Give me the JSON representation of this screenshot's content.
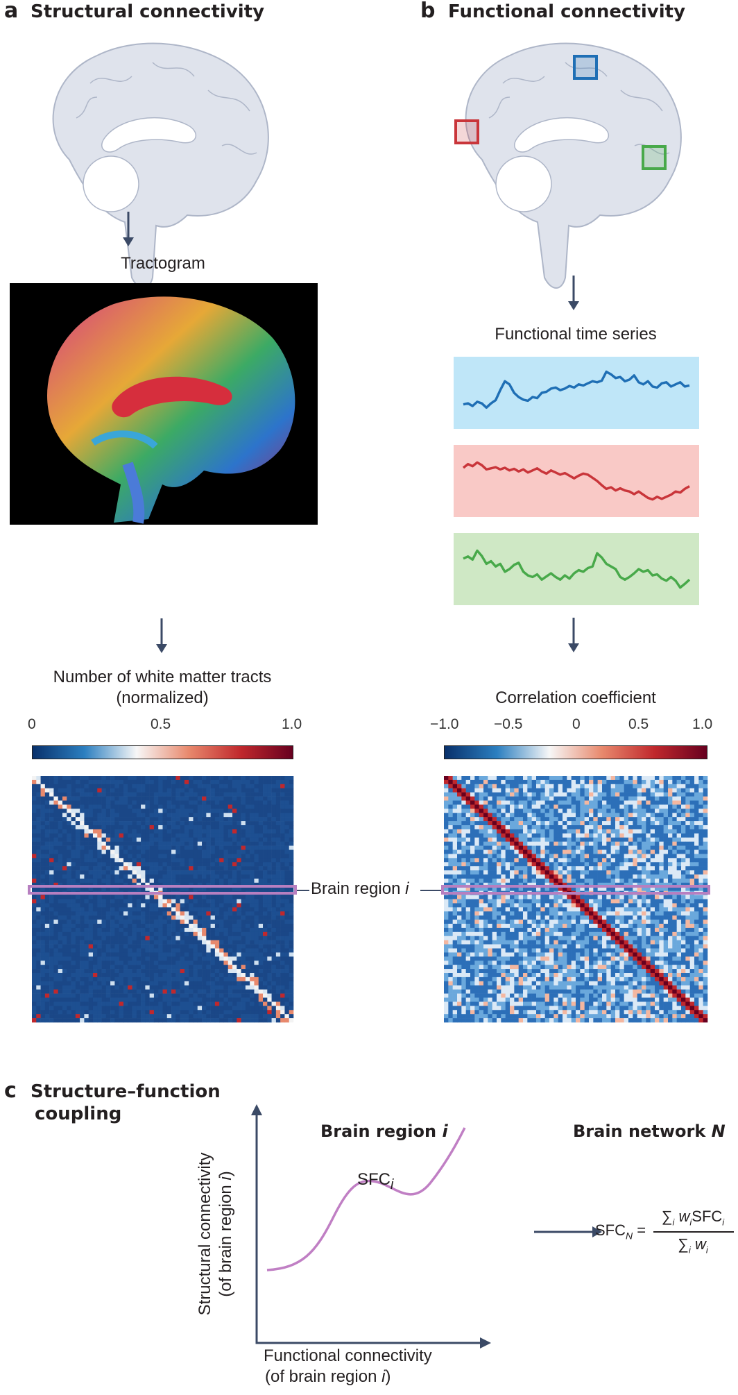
{
  "panel_a": {
    "letter": "a",
    "title": "Structural connectivity",
    "tractogram_label": "Tractogram",
    "colorbar_title_line1": "Number of white matter tracts",
    "colorbar_title_line2": "(normalized)",
    "colorbar_ticks": [
      "0",
      "0.5",
      "1.0"
    ],
    "colorbar_colors": [
      "#08306b",
      "#2c7fc0",
      "#f7f7f7",
      "#e8896d",
      "#c0282d",
      "#67001f"
    ]
  },
  "panel_b": {
    "letter": "b",
    "title": "Functional connectivity",
    "timeseries_label": "Functional time series",
    "colorbar_title": "Correlation coefficient",
    "colorbar_ticks": [
      "−1.0",
      "−0.5",
      "0",
      "0.5",
      "1.0"
    ],
    "roi_colors": [
      "#1f6fb5",
      "#c9353a",
      "#48a94a"
    ],
    "series": [
      {
        "color": "#1f6fb5",
        "bg": "#bfe6f8",
        "values": [
          0.28,
          0.3,
          0.25,
          0.33,
          0.3,
          0.22,
          0.3,
          0.36,
          0.55,
          0.72,
          0.66,
          0.5,
          0.42,
          0.37,
          0.35,
          0.42,
          0.4,
          0.5,
          0.52,
          0.58,
          0.6,
          0.55,
          0.58,
          0.63,
          0.6,
          0.66,
          0.64,
          0.68,
          0.72,
          0.7,
          0.73,
          0.9,
          0.85,
          0.78,
          0.8,
          0.72,
          0.75,
          0.83,
          0.7,
          0.66,
          0.72,
          0.62,
          0.6,
          0.68,
          0.7,
          0.62,
          0.66,
          0.7,
          0.62,
          0.64
        ]
      },
      {
        "color": "#c9353a",
        "bg": "#f9c9c6",
        "values": [
          0.75,
          0.82,
          0.78,
          0.85,
          0.8,
          0.72,
          0.74,
          0.76,
          0.72,
          0.75,
          0.7,
          0.73,
          0.68,
          0.72,
          0.66,
          0.7,
          0.74,
          0.68,
          0.64,
          0.7,
          0.66,
          0.62,
          0.65,
          0.6,
          0.55,
          0.6,
          0.64,
          0.62,
          0.56,
          0.5,
          0.42,
          0.35,
          0.38,
          0.32,
          0.36,
          0.32,
          0.3,
          0.25,
          0.3,
          0.24,
          0.18,
          0.15,
          0.2,
          0.16,
          0.2,
          0.24,
          0.3,
          0.28,
          0.35,
          0.4
        ]
      },
      {
        "color": "#48a94a",
        "bg": "#cfe8c5",
        "values": [
          0.7,
          0.74,
          0.68,
          0.85,
          0.75,
          0.6,
          0.65,
          0.55,
          0.6,
          0.45,
          0.5,
          0.58,
          0.62,
          0.45,
          0.38,
          0.35,
          0.4,
          0.3,
          0.36,
          0.42,
          0.35,
          0.3,
          0.38,
          0.32,
          0.42,
          0.48,
          0.45,
          0.52,
          0.55,
          0.8,
          0.72,
          0.6,
          0.55,
          0.5,
          0.35,
          0.3,
          0.35,
          0.42,
          0.5,
          0.45,
          0.48,
          0.38,
          0.4,
          0.32,
          0.28,
          0.35,
          0.28,
          0.15,
          0.22,
          0.3
        ]
      }
    ]
  },
  "matrix_label": "Brain region ",
  "matrix_label_var": "i",
  "panel_c": {
    "letter": "c",
    "title_line1": "Structure–function",
    "title_line2": "coupling",
    "region_title": "Brain region ",
    "region_title_var": "i",
    "network_title": "Brain network ",
    "network_title_var": "N",
    "curve_label": "SFC",
    "curve_label_sub": "i",
    "x_label_line1": "Functional connectivity",
    "x_label_line2": "(of brain region ",
    "x_label_var": "i",
    "x_label_end": ")",
    "y_label_line1": "Structural connectivity",
    "y_label_line2": "(of brain region ",
    "y_label_var": "i",
    "y_label_end": ")",
    "formula": {
      "lhs": "SFC",
      "lhs_sub": "N",
      "equals": "=",
      "num_sigma": "∑",
      "num_sub": "i",
      "num_w": "w",
      "num_w_sub": "i",
      "num_sfc": "SFC",
      "num_sfc_sub": "i",
      "den_sigma": "∑",
      "den_sub": "i",
      "den_w": "w",
      "den_w_sub": "i"
    }
  },
  "colors": {
    "arrow": "#3b4a66",
    "highlight": "#b77fc0",
    "curve": "#c07fc4",
    "brain_fill": "#dfe3ec",
    "brain_stroke": "#aeb6c8"
  }
}
